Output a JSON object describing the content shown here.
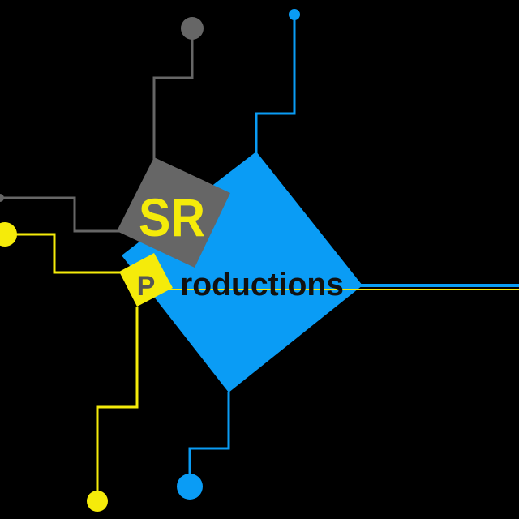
{
  "logo": {
    "primary_text": "SR",
    "p_letter": "P",
    "suffix_text": "roductions"
  },
  "colors": {
    "background": "#000000",
    "blue": "#0a9cf5",
    "grey": "#666666",
    "yellow": "#f5eb0a",
    "text_dark": "#111111",
    "p_letter": "#555555"
  }
}
